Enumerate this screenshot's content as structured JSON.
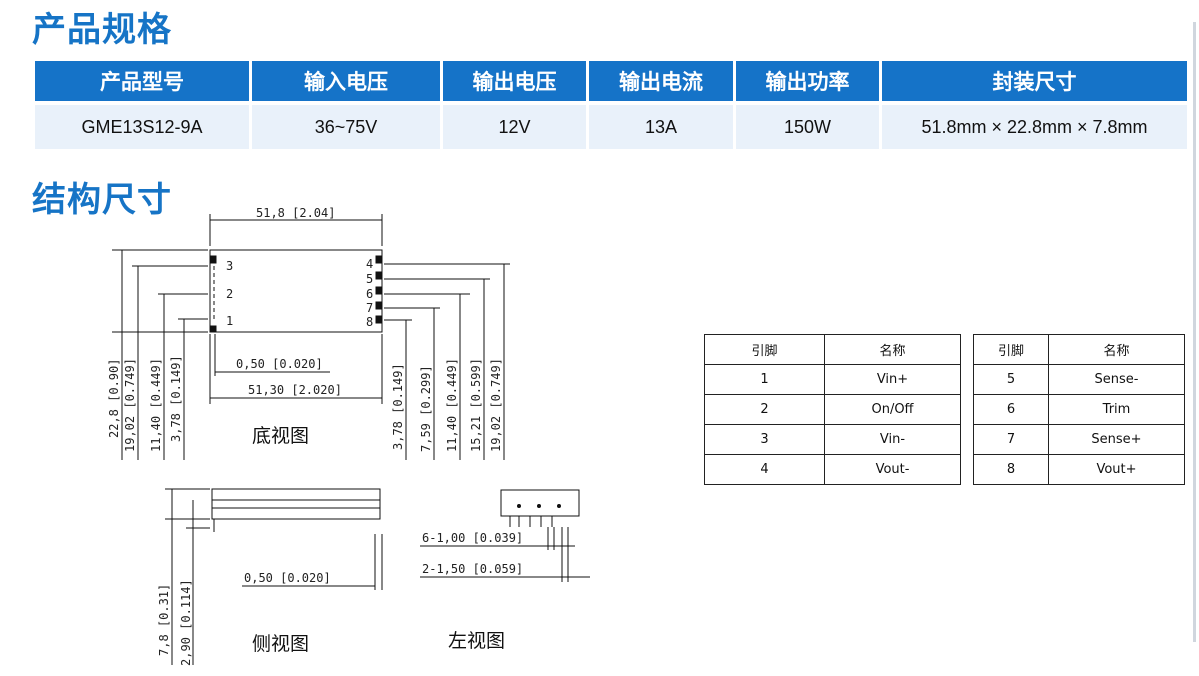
{
  "spec_section_title": "产品规格",
  "structure_section_title": "结构尺寸",
  "spec_table": {
    "headers": [
      "产品型号",
      "输入电压",
      "输出电压",
      "输出电流",
      "输出功率",
      "封装尺寸"
    ],
    "row": [
      "GME13S12-9A",
      "36~75V",
      "12V",
      "13A",
      "150W",
      "51.8mm × 22.8mm × 7.8mm"
    ]
  },
  "drawing": {
    "labels": {
      "bottom_view": "底视图",
      "side_view": "侧视图",
      "left_view": "左视图"
    },
    "bottom_view_pins_left": [
      "3",
      "2",
      "1"
    ],
    "bottom_view_pins_right": [
      "4",
      "5",
      "6",
      "7",
      "8"
    ],
    "dimensions": {
      "overall_length": "51,8 [2.04]",
      "pin_offset": "0,50 [0.020]",
      "pin_span": "51,30 [2.020]",
      "width": "22,8 [0.90]",
      "left_pin_3": "19,02 [0.749]",
      "left_pin_2": "11,40 [0.449]",
      "left_pin_1": "3,78 [0.149]",
      "right_pin_8": "3,78 [0.149]",
      "right_pin_7": "7,59 [0.299]",
      "right_pin_6": "11,40 [0.449]",
      "right_pin_5": "15,21 [0.599]",
      "right_pin_4": "19,02 [0.749]",
      "height": "7,8 [0.31]",
      "pin_length": "2,90 [0.114]",
      "side_pin_offset": "0,50 [0.020]",
      "pin_diameter": "6-1,00 [0.039]",
      "pin_diameter_2": "2-1,50 [0.059]"
    }
  },
  "pin_tables": {
    "headers": [
      "引脚",
      "名称"
    ],
    "left_rows": [
      [
        "1",
        "Vin+"
      ],
      [
        "2",
        "On/Off"
      ],
      [
        "3",
        "Vin-"
      ],
      [
        "4",
        "Vout-"
      ]
    ],
    "right_rows": [
      [
        "5",
        "Sense-"
      ],
      [
        "6",
        "Trim"
      ],
      [
        "7",
        "Sense+"
      ],
      [
        "8",
        "Vout+"
      ]
    ]
  }
}
